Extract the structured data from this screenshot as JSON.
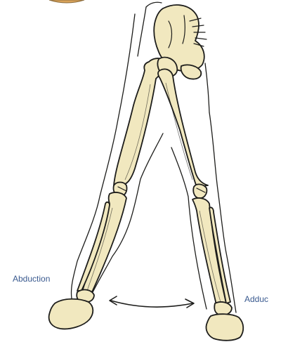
{
  "labels": {
    "left": "Abduction",
    "right": "Adduc"
  },
  "colors": {
    "background": "#ffffff",
    "bone_fill": "#f1e8bf",
    "outline": "#1d1d1b",
    "label_text": "#3a5a8f"
  },
  "arrow": {
    "type": "double-headed-curved"
  }
}
